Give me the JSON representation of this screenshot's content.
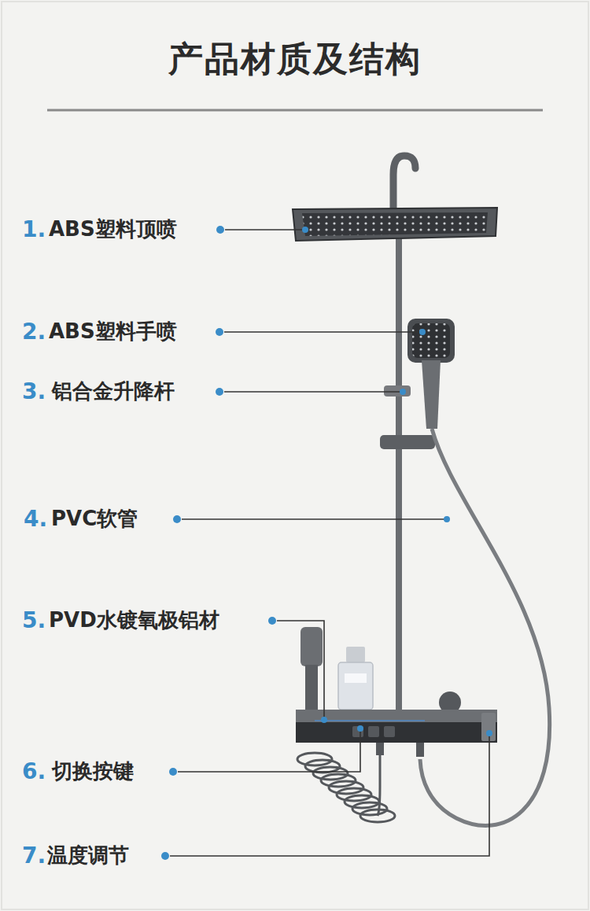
{
  "diagram": {
    "title": "产品材质及结构",
    "labels": [
      "1.",
      "ABS塑料顶喷",
      "2.",
      "ABS塑料手喷",
      "3.",
      "铝合金升降杆",
      "4.",
      "PVC软管",
      "5.",
      "PVD水镀氧极铝材",
      "6.",
      "切换按键",
      "7.",
      "温度调节"
    ]
  }
}
